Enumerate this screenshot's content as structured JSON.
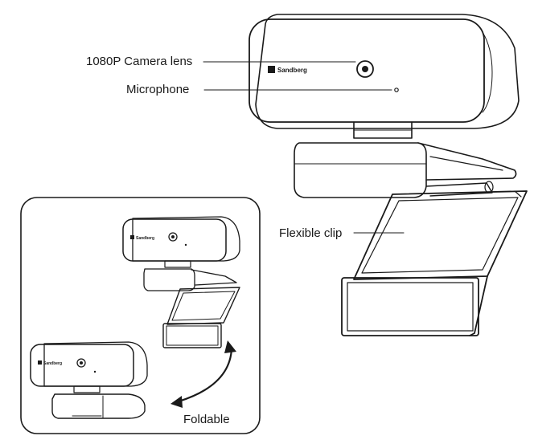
{
  "callouts": {
    "camera_lens": "1080P Camera lens",
    "microphone": "Microphone",
    "flexible_clip": "Flexible clip",
    "foldable": "Foldable"
  },
  "brand": {
    "logo_text": "Sandberg"
  },
  "colors": {
    "line": "#1a1a1a",
    "background": "#ffffff"
  }
}
